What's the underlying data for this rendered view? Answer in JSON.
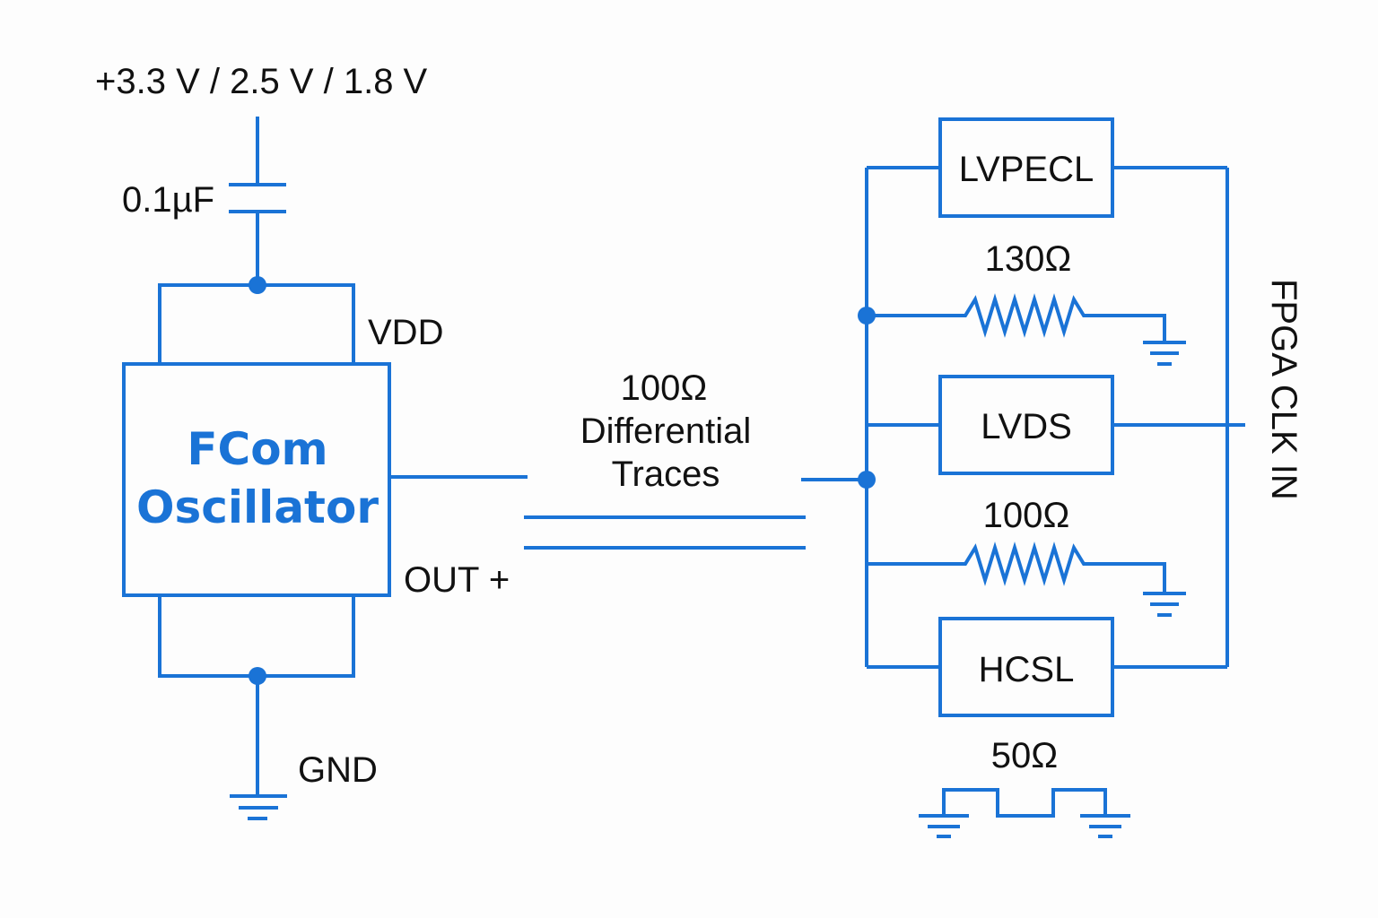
{
  "labels": {
    "supply": "+3.3 V / 2.5 V /  1.8 V",
    "cap": "0.1µF",
    "vdd": "VDD",
    "osc_line1": "FCom",
    "osc_line2": "Oscillator",
    "out": "OUT +",
    "gnd": "GND",
    "trace_line1": "100Ω",
    "trace_line2": "Differential",
    "trace_line3": "Traces",
    "lvpecl": "LVPECL",
    "r130": "130Ω",
    "lvds": "LVDS",
    "r100": "100Ω",
    "hcsl": "HCSL",
    "r50": "50Ω",
    "fpga": "FPGA CLK IN"
  },
  "colors": {
    "line": "#1a73d6",
    "text": "#111111"
  }
}
